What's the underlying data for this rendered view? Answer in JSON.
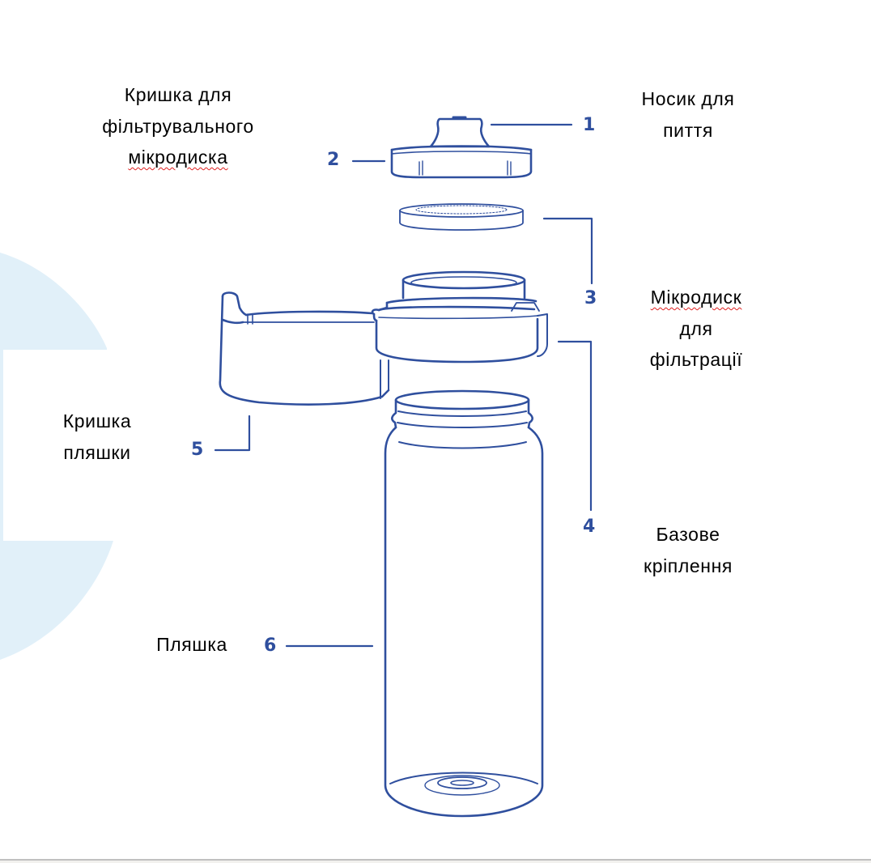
{
  "colors": {
    "line": "#2f4f9e",
    "background_arc": "#e1f0f9",
    "text": "#000000",
    "spellcheck_underline": "#e02020"
  },
  "labels": {
    "filter_cap": {
      "number": "2",
      "lines": [
        "Кришка для",
        "фільтрувального",
        "мікродиска"
      ]
    },
    "drinking_spout": {
      "number": "1",
      "lines": [
        "Носик для",
        "пиття"
      ]
    },
    "filter_microdisc": {
      "number": "3",
      "lines": [
        "Мікродиск",
        "для",
        "фільтрації"
      ]
    },
    "base_mount": {
      "number": "4",
      "lines": [
        "Базове",
        "кріплення"
      ]
    },
    "bottle_cap": {
      "number": "5",
      "lines": [
        "Кришка",
        "пляшки"
      ]
    },
    "bottle": {
      "number": "6",
      "lines": [
        "Пляшка"
      ]
    }
  }
}
